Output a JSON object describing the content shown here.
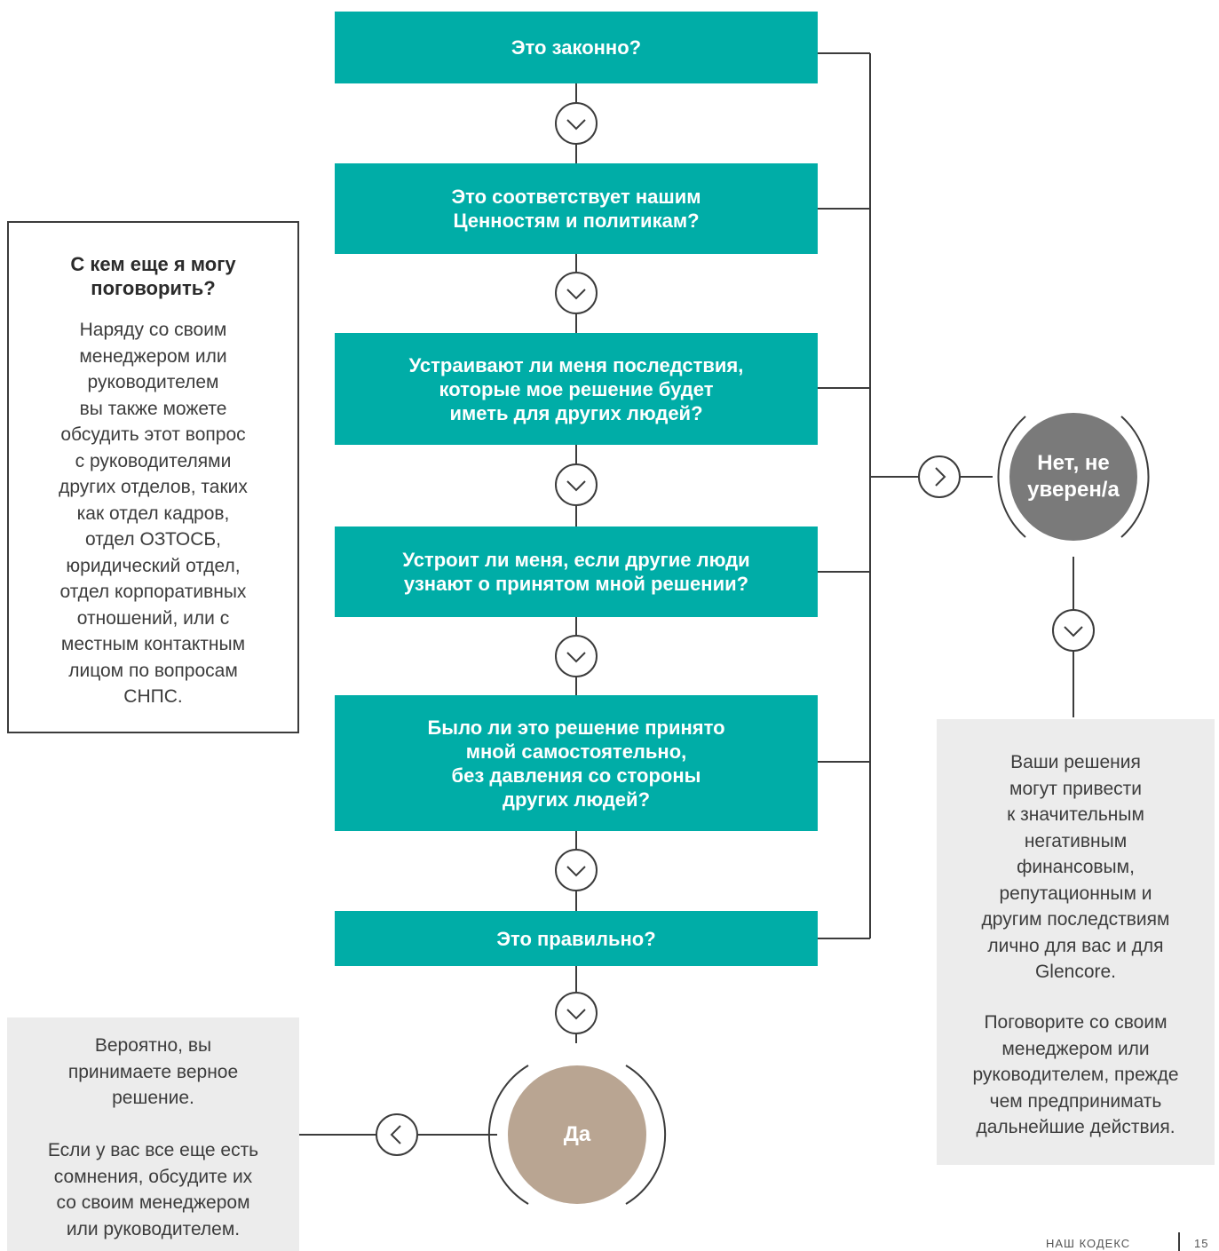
{
  "colors": {
    "teal": "#00ada7",
    "grey_circle": "#7a7a7a",
    "tan_circle": "#b9a592",
    "line": "#3c3c3c",
    "note_bg": "#ececec"
  },
  "questions": [
    "Это законно?",
    "Это соответствует нашим\nЦенностям и политикам?",
    "Устраивают ли меня последствия,\nкоторые мое решение будет\nиметь для других людей?",
    "Устроит ли меня, если другие люди\nузнают о принятом мной решении?",
    "Было ли это решение принято\nмной самостоятельно,\nбез давления со стороны\nдругих людей?",
    "Это правильно?"
  ],
  "left_box": {
    "title": "С кем еще я могу\nпоговорить?",
    "body": "Наряду со своим\nменеджером  или\nруководителем\nвы также можете\nобсудить этот вопрос\nс руководителями\nдругих отделов, таких\nкак отдел кадров,\nотдел ОЗТОСБ,\nюридический отдел,\nотдел корпоративных\nотношений, или с\nместным контактным\nлицом по вопросам\nСНПС."
  },
  "no_circle": {
    "label": "Нет, не\nуверен/а"
  },
  "yes_circle": {
    "label": "Да"
  },
  "right_note": {
    "para1": "Ваши решения\nмогут привести\nк значительным\nнегативным\nфинансовым,\nрепутационным и\nдругим последствиям\nлично для вас и для\nGlencore.",
    "para2": "Поговорите со своим\nменеджером или\nруководителем, прежде\nчем предпринимать\nдальнейшие действия."
  },
  "bottom_note": {
    "para1": "Вероятно, вы\nпринимаете верное\nрешение.",
    "para2": "Если у вас все еще есть\nсомнения, обсудите их\nсо своим менеджером\nили руководителем."
  },
  "footer": {
    "section": "НАШ КОДЕКС",
    "page": "15"
  }
}
